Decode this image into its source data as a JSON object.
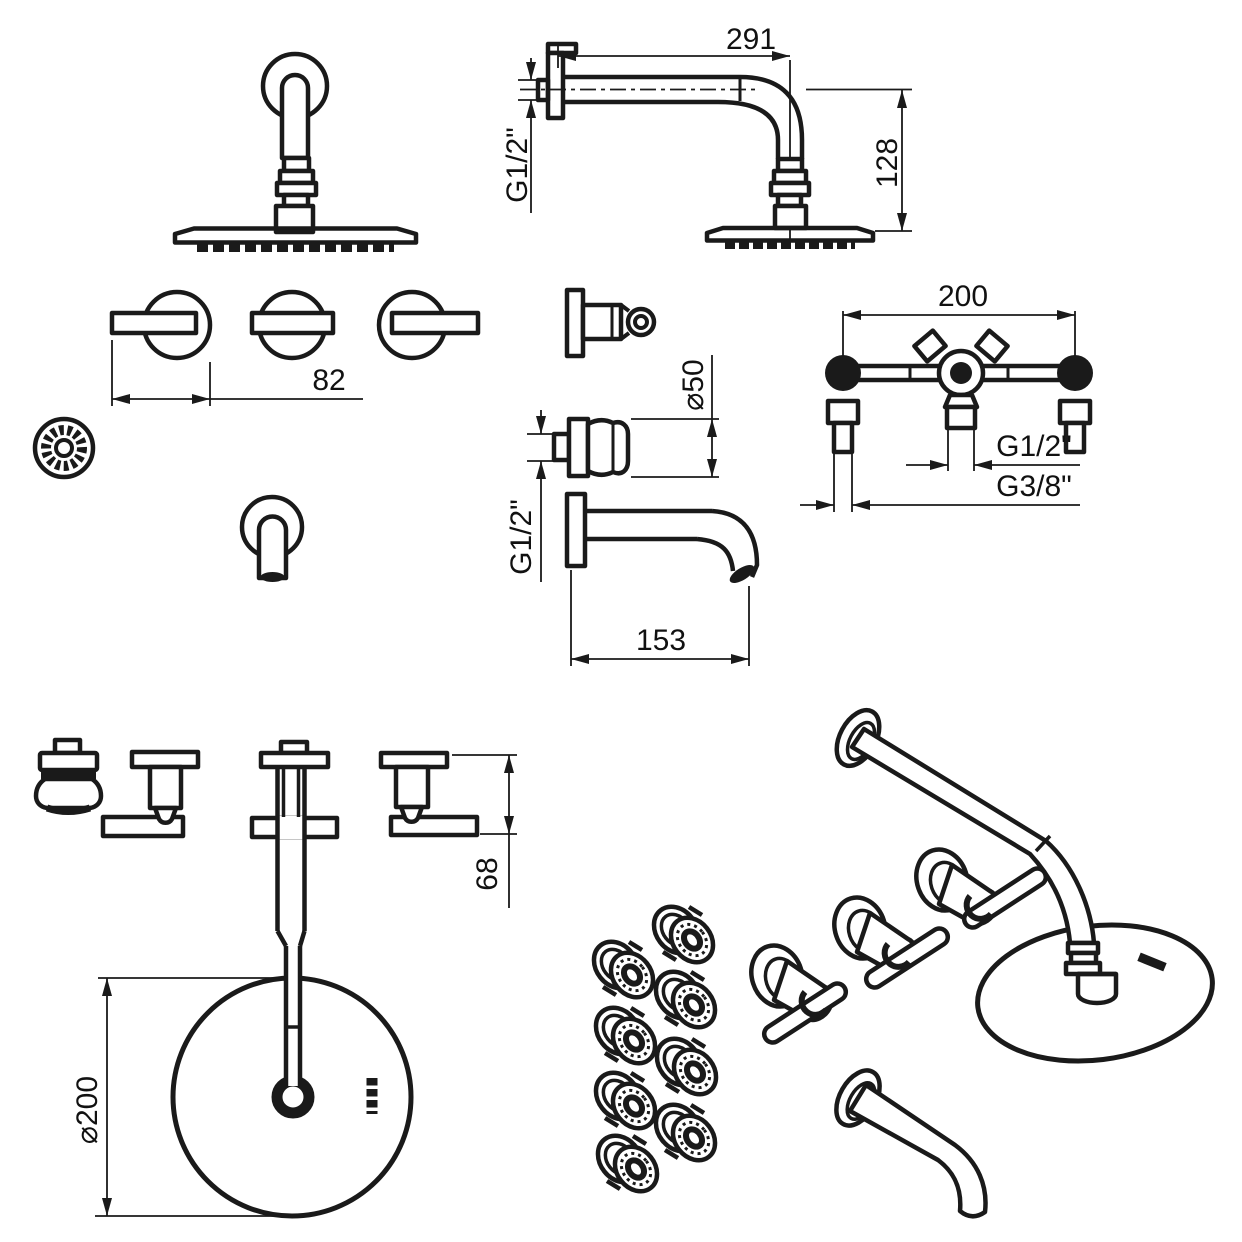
{
  "colors": {
    "line": "#1a1a1a",
    "background": "#ffffff"
  },
  "dims": {
    "arm": {
      "length": "291",
      "thread": "G1/2\"",
      "drop": "128"
    },
    "handles": {
      "pitch": "82"
    },
    "control": {
      "diameter": "⌀50",
      "thread": "G1/2\""
    },
    "spout": {
      "length": "153"
    },
    "valve": {
      "centers": "200",
      "outlet_thread": "G1/2\"",
      "inlet_thread": "G3/8\""
    },
    "column": {
      "handle_height": "68",
      "head_diameter": "⌀200"
    }
  }
}
